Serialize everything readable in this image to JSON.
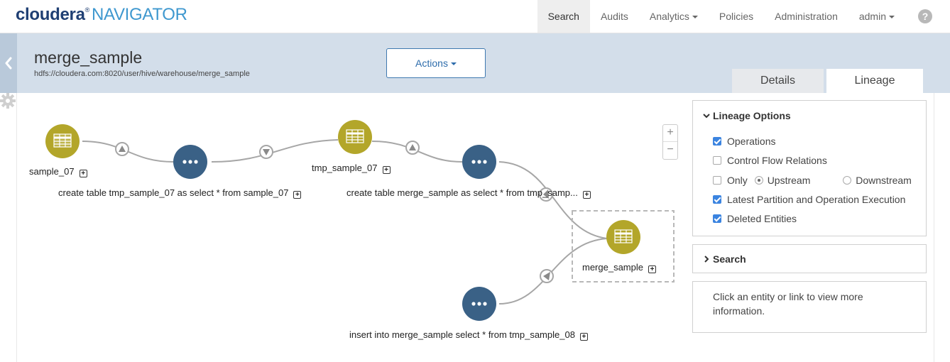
{
  "brand": {
    "name": "cloudera",
    "registered": "®",
    "product": "NAVIGATOR"
  },
  "nav": {
    "items": [
      {
        "label": "Search",
        "active": true,
        "dropdown": false
      },
      {
        "label": "Audits",
        "active": false,
        "dropdown": false
      },
      {
        "label": "Analytics",
        "active": false,
        "dropdown": true
      },
      {
        "label": "Policies",
        "active": false,
        "dropdown": false
      },
      {
        "label": "Administration",
        "active": false,
        "dropdown": false
      },
      {
        "label": "admin",
        "active": false,
        "dropdown": true
      }
    ],
    "help_icon": "?"
  },
  "entity": {
    "title": "merge_sample",
    "path": "hdfs://cloudera.com:8020/user/hive/warehouse/merge_sample"
  },
  "actions_label": "Actions",
  "tabs": {
    "details": "Details",
    "lineage": "Lineage",
    "active": "Lineage"
  },
  "graph": {
    "tables": {
      "sample_07": "sample_07",
      "tmp_sample_07": "tmp_sample_07",
      "merge_sample": "merge_sample"
    },
    "operations": {
      "op1": "create table tmp_sample_07 as select * from sample_07",
      "op2": "create table merge_sample as select * from tmp_samp...",
      "op3": "insert into merge_sample select * from tmp_sample_08"
    },
    "zoom_in": "+",
    "zoom_out": "−",
    "colors": {
      "table_node": "#b3a62a",
      "operation_node": "#3a6186",
      "edge": "#a6a6a6"
    }
  },
  "lineage_options": {
    "heading": "Lineage Options",
    "operations": {
      "label": "Operations",
      "checked": true
    },
    "control_flow": {
      "label": "Control Flow Relations",
      "checked": false
    },
    "only": {
      "label": "Only",
      "checked": false
    },
    "upstream": {
      "label": "Upstream",
      "selected": true
    },
    "downstream": {
      "label": "Downstream",
      "selected": false
    },
    "latest_partition": {
      "label": "Latest Partition and Operation Execution",
      "checked": true
    },
    "deleted_entities": {
      "label": "Deleted Entities",
      "checked": true
    }
  },
  "search_panel": {
    "heading": "Search"
  },
  "info_panel": {
    "text": "Click an entity or link to view more information."
  }
}
